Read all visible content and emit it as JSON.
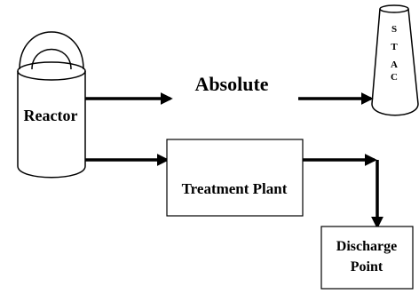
{
  "labels": {
    "reactor": "Reactor",
    "absolute": "Absolute",
    "treatment_plant": "Treatment Plant",
    "discharge_line1": "Discharge",
    "discharge_line2": "Point",
    "stack_letters": [
      "S",
      "T",
      "A",
      "C"
    ]
  },
  "colors": {
    "stroke": "#000000",
    "background": "#ffffff"
  }
}
